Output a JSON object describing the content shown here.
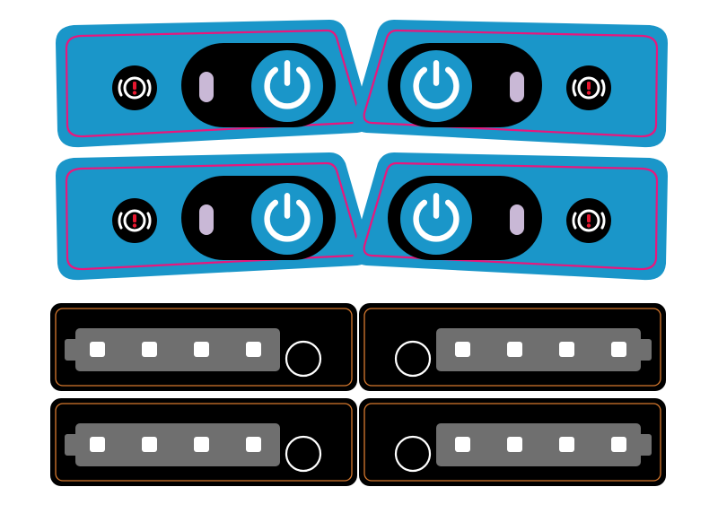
{
  "colors": {
    "background": "#ffffff",
    "panel_blue": "#1a96c9",
    "panel_edge": "#0f7fb0",
    "outline_magenta": "#e8177d",
    "capsule_black": "#000000",
    "led_lavender": "#c9b8d6",
    "alert_red": "#e8172f",
    "strip_black": "#000000",
    "strip_outline_orange": "#d6782e",
    "battery_gray": "#6f6f6f",
    "cell_white": "#ffffff",
    "ring_white": "#ffffff"
  },
  "panels": [
    {
      "name": "power-panel-top-left",
      "mirrored": false
    },
    {
      "name": "power-panel-top-right",
      "mirrored": true
    },
    {
      "name": "power-panel-bottom-left",
      "mirrored": false
    },
    {
      "name": "power-panel-bottom-right",
      "mirrored": true
    }
  ],
  "strips": [
    {
      "name": "battery-strip-top-left",
      "mirrored": false,
      "cells": 4
    },
    {
      "name": "battery-strip-top-right",
      "mirrored": true,
      "cells": 4
    },
    {
      "name": "battery-strip-bottom-left",
      "mirrored": false,
      "cells": 4
    },
    {
      "name": "battery-strip-bottom-right",
      "mirrored": true,
      "cells": 4
    }
  ],
  "icons": {
    "power": "power-icon",
    "alert": "brake-warning-icon",
    "indicator": "led-indicator-icon",
    "ring": "ring-button-icon"
  }
}
